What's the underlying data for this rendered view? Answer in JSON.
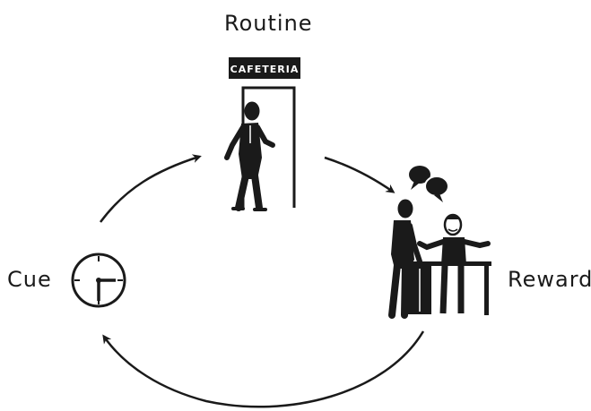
{
  "diagram": {
    "title": "",
    "stages": {
      "routine": "Routine",
      "cue": "Cue",
      "reward": "Reward"
    },
    "sign_text": "CAFETERIA",
    "colors": {
      "ink": "#1a1a1a",
      "background": "#ffffff"
    }
  }
}
